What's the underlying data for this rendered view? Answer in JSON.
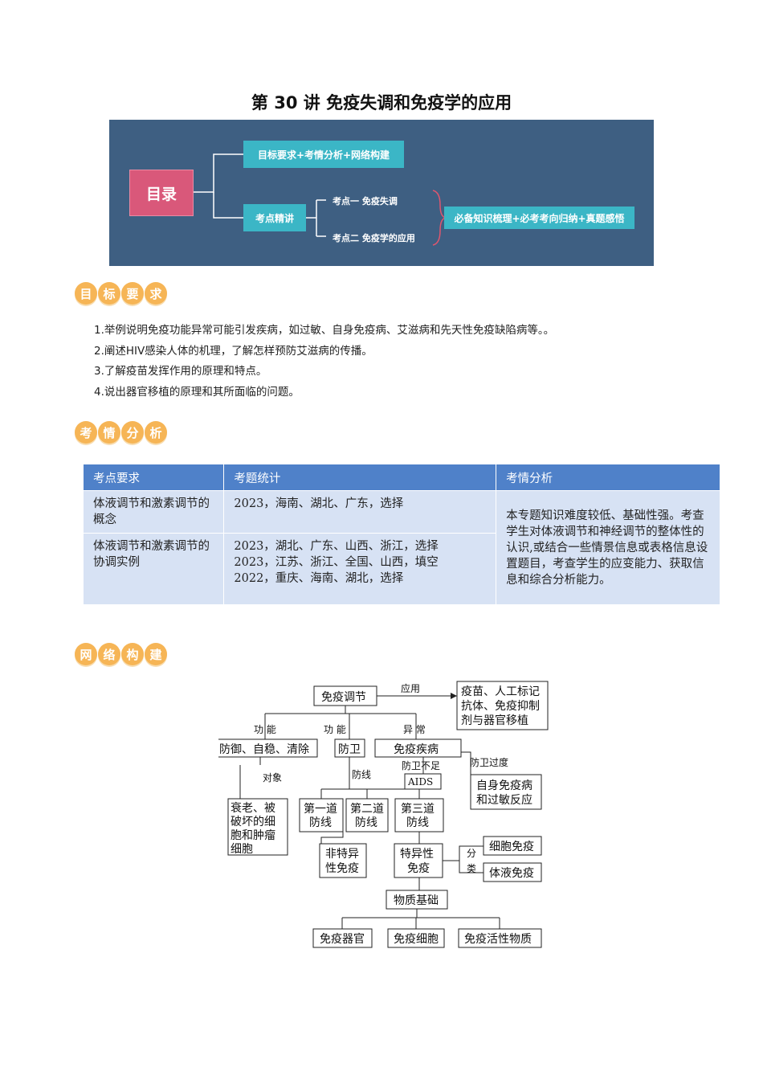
{
  "title": "第 30 讲  免疫失调和免疫学的应用",
  "toc": {
    "main": "目录",
    "branch1": "目标要求+考情分析+网络构建",
    "branch2": "考点精讲",
    "point1": "考点一  免疫失调",
    "point2": "考点二  免疫学的应用",
    "summary": "必备知识梳理+必考考向归纳+真题感悟"
  },
  "sections": {
    "goals": [
      "目",
      "标",
      "要",
      "求"
    ],
    "analysis": [
      "考",
      "情",
      "分",
      "析"
    ],
    "network": [
      "网",
      "络",
      "构",
      "建"
    ]
  },
  "requirements": [
    "1.举例说明免疫功能异常可能引发疾病，如过敏、自身免疫病、艾滋病和先天性免疫缺陷病等。。",
    "2.阐述HIV感染人体的机理，了解怎样预防艾滋病的传播。",
    "3.了解疫苗发挥作用的原理和特点。",
    "4.说出器官移植的原理和其所面临的问题。"
  ],
  "table": {
    "headers": [
      "考点要求",
      "考题统计",
      "考情分析"
    ],
    "rows": [
      {
        "req": "体液调节和激素调节的概念",
        "stats": [
          "2023，海南、湖北、广东，选择"
        ]
      },
      {
        "req": "体液调节和激素调节的协调实例",
        "stats": [
          "2023，湖北、广东、山西、浙江，选择",
          "2023，江苏、浙江、全国、山西，填空",
          "2022，重庆、海南、湖北，选择"
        ]
      }
    ],
    "analysis": "本专题知识难度较低、基础性强。考查学生对体液调节和神经调节的整体性的认识,或结合一些情景信息或表格信息设置题目，考查学生的应变能力、获取信息和综合分析能力。"
  },
  "map": {
    "root": "免疫调节",
    "apply_label": "应用",
    "apply_1": "疫苗、人工标记",
    "apply_2": "抗体、免疫抑制",
    "apply_3": "剂与器官移植",
    "func_label_1": "功 能",
    "func_label_2": "功 能",
    "abn_label": "异 常",
    "defense": "防御、自稳、清除",
    "guard": "防卫",
    "disease": "免疫疾病",
    "target_label": "对象",
    "target_1": "衰老、被",
    "target_2": "破坏的细",
    "target_3": "胞和肿瘤",
    "target_4": "细胞",
    "line_label": "防线",
    "lack_label": "防卫不足",
    "over_label": "防卫过度",
    "aids": "AIDS",
    "auto_1": "自身免疫病",
    "auto_2": "和过敏反应",
    "first_1": "第一道",
    "first_2": "防线",
    "second_1": "第二道",
    "second_2": "防线",
    "third_1": "第三道",
    "third_2": "防线",
    "nonspec_1": "非特异",
    "nonspec_2": "性免疫",
    "spec_1": "特异性",
    "spec_2": "免疫",
    "class_1": "分",
    "class_2": "类",
    "cell_imm": "细胞免疫",
    "humoral_imm": "体液免疫",
    "basis": "物质基础",
    "organ": "免疫器官",
    "cells": "免疫细胞",
    "active": "免疫活性物质"
  }
}
